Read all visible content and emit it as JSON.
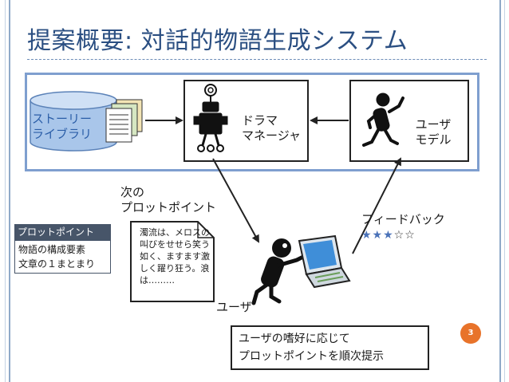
{
  "slide": {
    "title": "提案概要: 対話的物語生成システム",
    "page_number": "3"
  },
  "diagram": {
    "story_library": {
      "line1": "ストーリー",
      "line2": "ライブラリ"
    },
    "drama_manager": {
      "line1": "ドラマ",
      "line2": "マネージャ"
    },
    "user_model": {
      "line1": "ユーザ",
      "line2": "モデル"
    },
    "next_plot_point": {
      "line1": "次の",
      "line2": "プロットポイント"
    },
    "feedback": {
      "label": "フィードバック",
      "stars_filled": "★★★",
      "stars_empty": "☆☆",
      "rating": 3,
      "rating_max": 5
    },
    "note": {
      "text": "濁流は、メロスの叫びをせせら笑う如く、ますます激しく躍り狂う。浪は………"
    },
    "user_label": "ユーザ",
    "legend": {
      "title": "プロットポイント",
      "line1": "物語の構成要素",
      "line2": "文章の１まとまり"
    },
    "callout": {
      "line1": "ユーザの嗜好に応じて",
      "line2": "プロットポイントを順次提示"
    }
  },
  "colors": {
    "title": "#2b4f82",
    "panel_border": "#7f9fcf",
    "cylinder": "#a9c6ea",
    "star_filled": "#4a72b8",
    "page_badge": "#e8732a",
    "legend_header": "#475569"
  }
}
